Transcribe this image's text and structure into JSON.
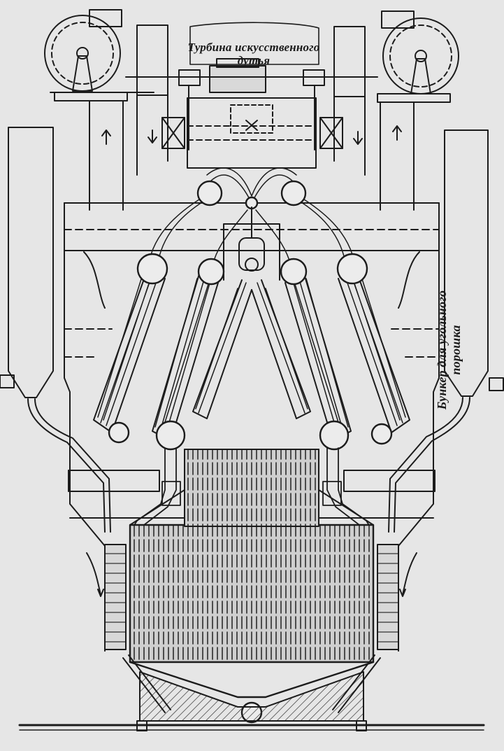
{
  "labels": {
    "turbine_line1": "Турбина искусственного",
    "turbine_line2": "дутья",
    "bunker_line1": "Бункер для угольного",
    "bunker_line2": "порошка"
  },
  "colors": {
    "ink": "#1c1c1c",
    "paper": "#e6e6e6"
  }
}
